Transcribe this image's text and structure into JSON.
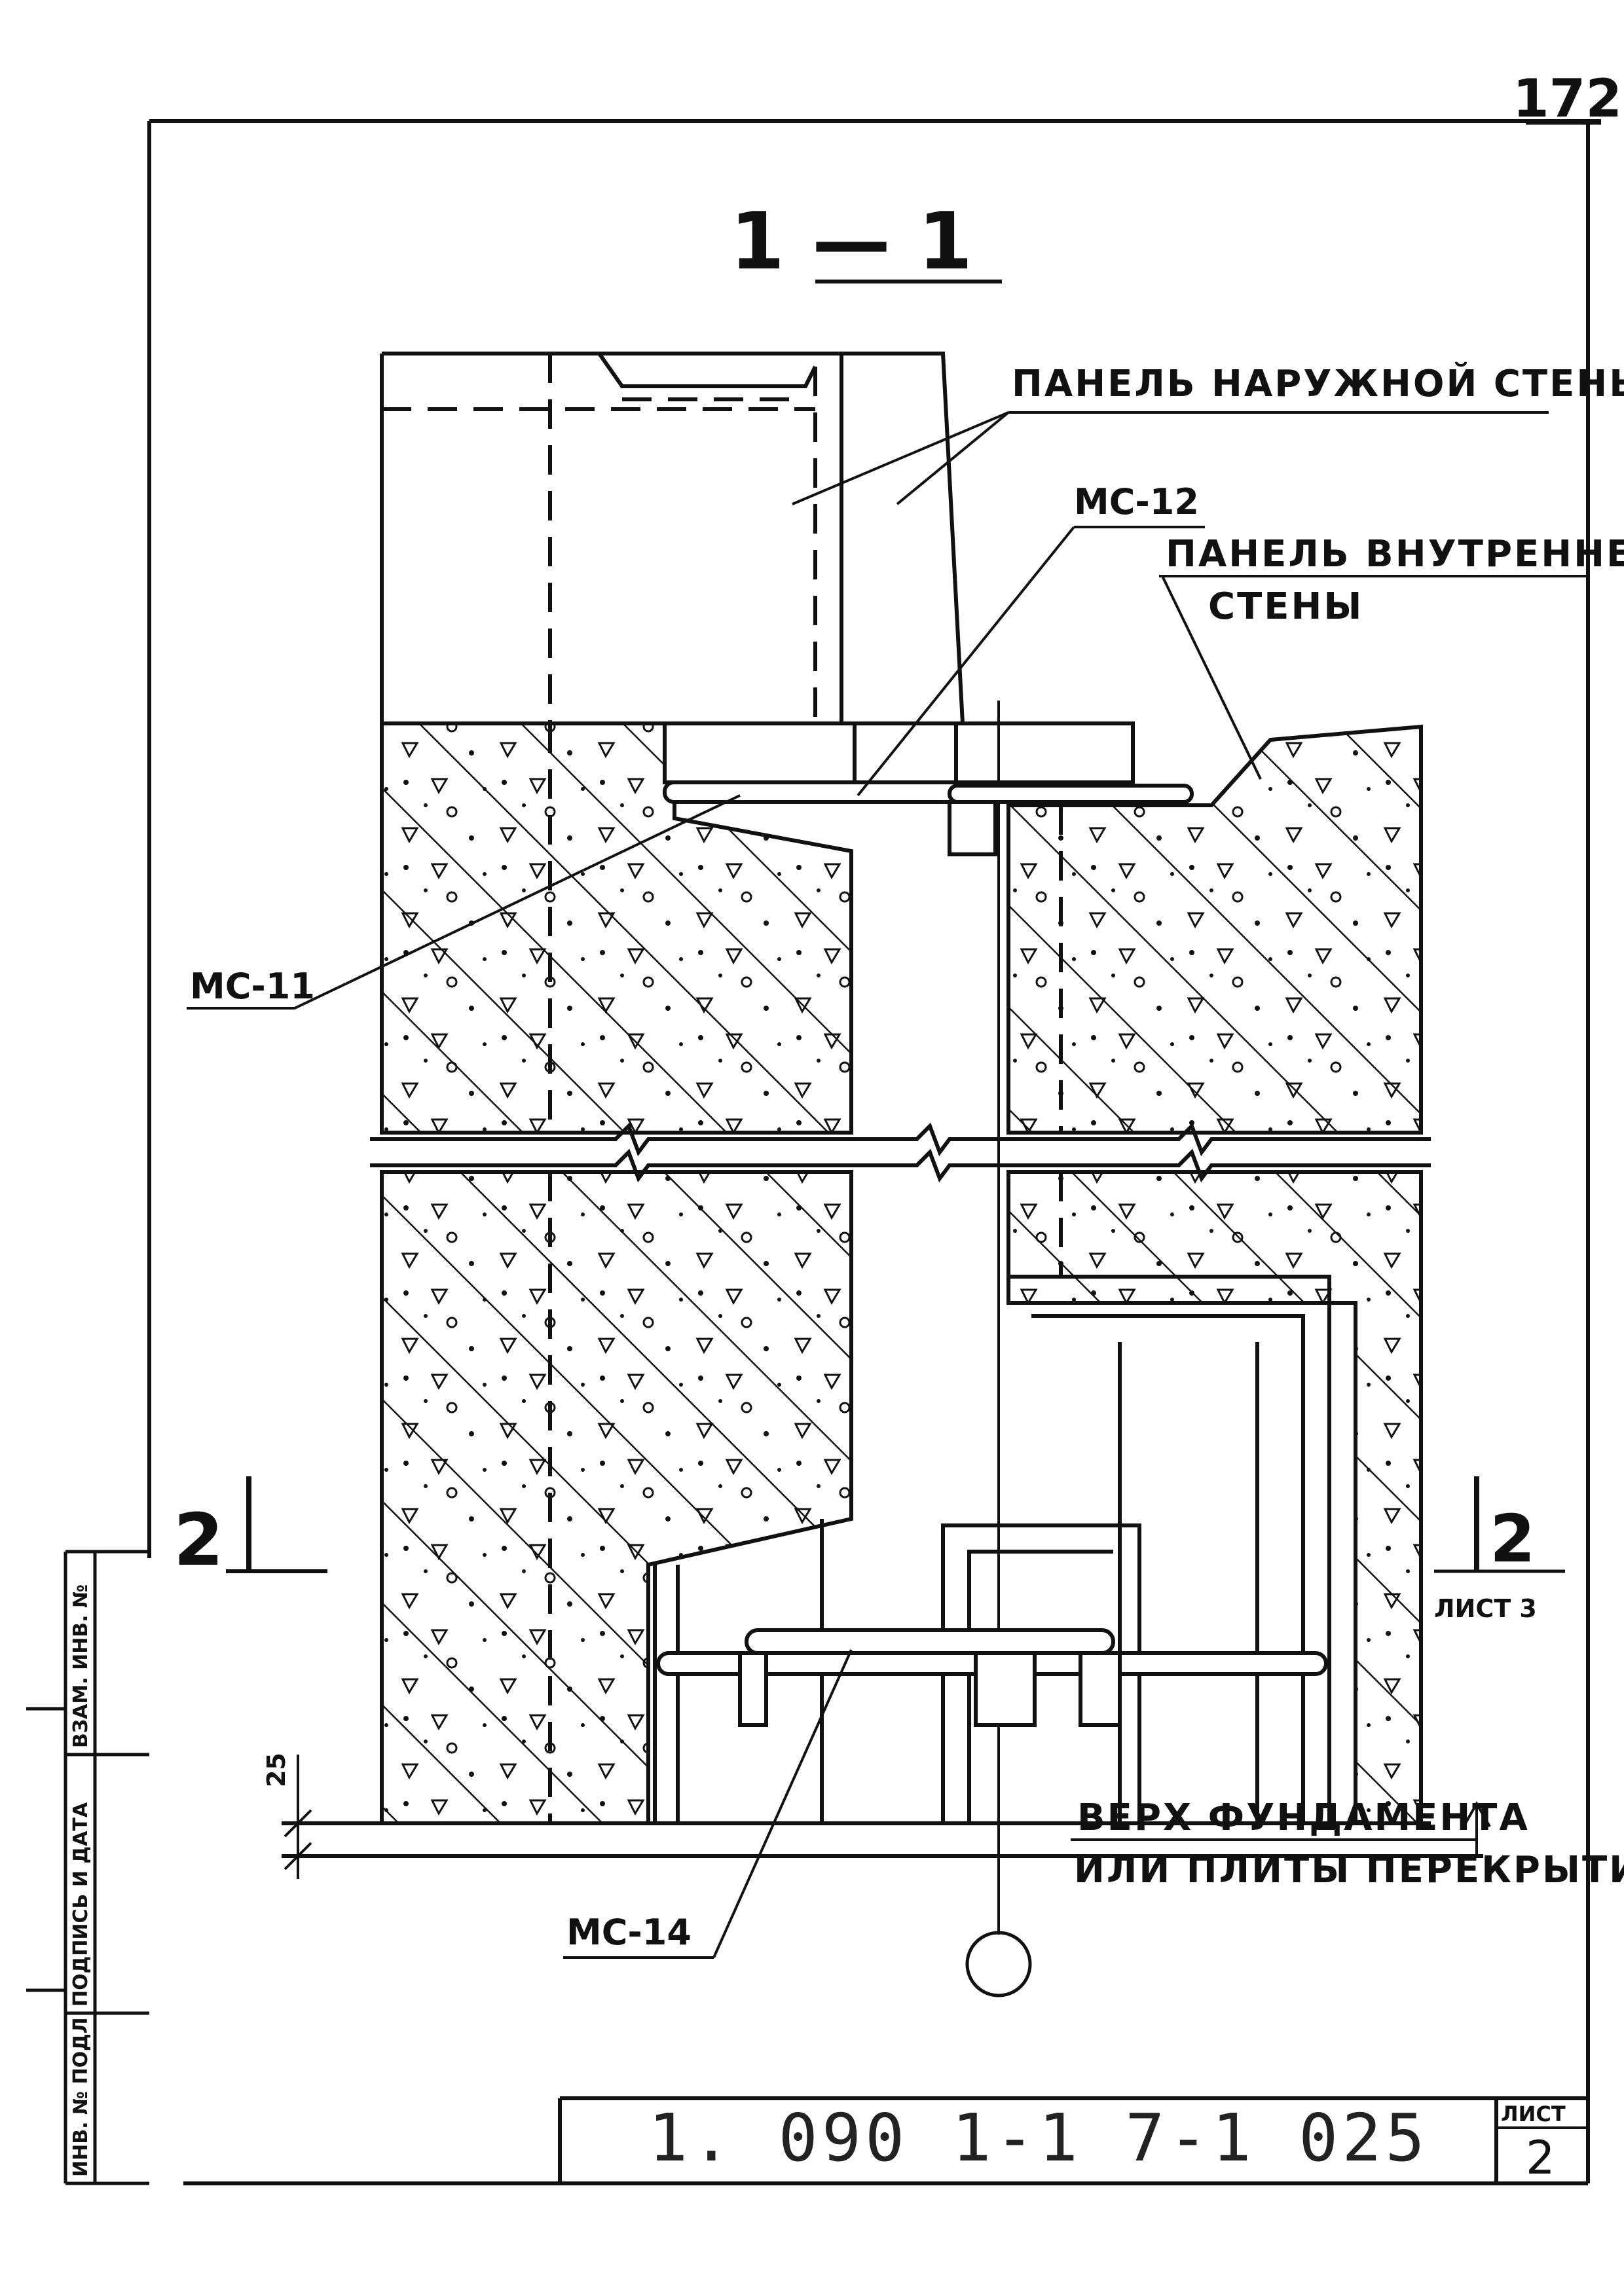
{
  "page_number": "172",
  "section_title": "1 — 1",
  "labels": {
    "outer_panel": "ПАНЕЛЬ НАРУЖНОЙ СТЕНЫ",
    "mc12": "МС-12",
    "inner_panel_l1": "ПАНЕЛЬ ВНУТРЕННЕЙ",
    "inner_panel_l2": "СТЕНЫ",
    "mc11": "МС-11",
    "mc14": "МС-14",
    "foundation_l1": "ВЕРХ ФУНДАМЕНТА",
    "foundation_l2": "ИЛИ ПЛИТЫ ПЕРЕКРЫТИЯ"
  },
  "section_marks": {
    "left": "2",
    "right": "2",
    "right_ref": "ЛИСТ 3"
  },
  "dimension": "25",
  "title_block": {
    "code": "1. 090 1-1 7-1  025",
    "sheet_label": "ЛИСТ",
    "sheet_number": "2"
  },
  "side_stamp": {
    "c1": "ИНВ. № ПОДЛ",
    "c2": "ПОДПИСЬ И ДАТА",
    "c3": "ВЗАМ. ИНВ. №"
  }
}
